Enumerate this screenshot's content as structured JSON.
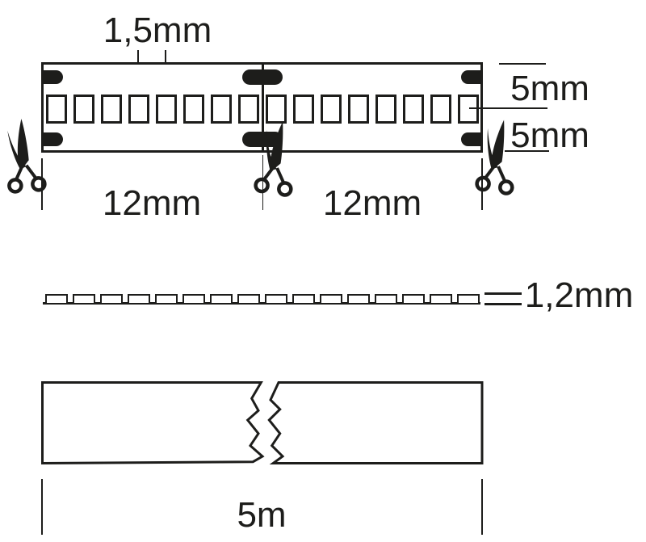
{
  "colors": {
    "ink": "#1d1d1b",
    "background": "#ffffff"
  },
  "top_view": {
    "led_count": 16,
    "solder_pad_count": 6,
    "cut_point_count": 3,
    "labels": {
      "led_pitch": "1,5mm",
      "width_upper_half": "5mm",
      "width_lower_half": "5mm",
      "segment_length_left": "12mm",
      "segment_length_right": "12mm"
    }
  },
  "side_view": {
    "led_count": 16,
    "labels": {
      "thickness": "1,2mm"
    }
  },
  "length_view": {
    "labels": {
      "total_length": "5m"
    }
  }
}
